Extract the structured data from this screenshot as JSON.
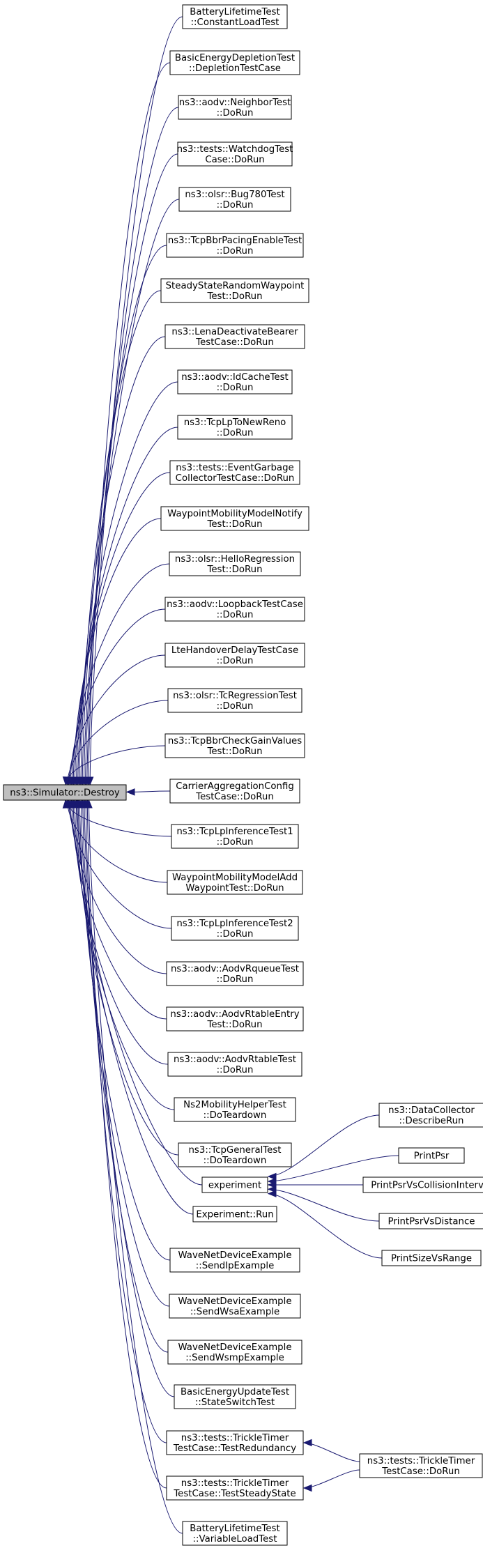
{
  "root": {
    "id": "root",
    "lines": [
      "ns3::Simulator::Destroy"
    ]
  },
  "callers": [
    {
      "id": "n1",
      "lines": [
        "BatteryLifetimeTest",
        "::ConstantLoadTest"
      ]
    },
    {
      "id": "n2",
      "lines": [
        "BasicEnergyDepletionTest",
        "::DepletionTestCase"
      ]
    },
    {
      "id": "n3",
      "lines": [
        "ns3::aodv::NeighborTest",
        "::DoRun"
      ]
    },
    {
      "id": "n4",
      "lines": [
        "ns3::tests::WatchdogTest",
        "Case::DoRun"
      ]
    },
    {
      "id": "n5",
      "lines": [
        "ns3::olsr::Bug780Test",
        "::DoRun"
      ]
    },
    {
      "id": "n6",
      "lines": [
        "ns3::TcpBbrPacingEnableTest",
        "::DoRun"
      ]
    },
    {
      "id": "n7",
      "lines": [
        "SteadyStateRandomWaypoint",
        "Test::DoRun"
      ]
    },
    {
      "id": "n8",
      "lines": [
        "ns3::LenaDeactivateBearer",
        "TestCase::DoRun"
      ]
    },
    {
      "id": "n9",
      "lines": [
        "ns3::aodv::IdCacheTest",
        "::DoRun"
      ]
    },
    {
      "id": "n10",
      "lines": [
        "ns3::TcpLpToNewReno",
        "::DoRun"
      ]
    },
    {
      "id": "n11",
      "lines": [
        "ns3::tests::EventGarbage",
        "CollectorTestCase::DoRun"
      ]
    },
    {
      "id": "n12",
      "lines": [
        "WaypointMobilityModelNotify",
        "Test::DoRun"
      ]
    },
    {
      "id": "n13",
      "lines": [
        "ns3::olsr::HelloRegression",
        "Test::DoRun"
      ]
    },
    {
      "id": "n14",
      "lines": [
        "ns3::aodv::LoopbackTestCase",
        "::DoRun"
      ]
    },
    {
      "id": "n15",
      "lines": [
        "LteHandoverDelayTestCase",
        "::DoRun"
      ]
    },
    {
      "id": "n16",
      "lines": [
        "ns3::olsr::TcRegressionTest",
        "::DoRun"
      ]
    },
    {
      "id": "n17",
      "lines": [
        "ns3::TcpBbrCheckGainValues",
        "Test::DoRun"
      ]
    },
    {
      "id": "n18",
      "lines": [
        "CarrierAggregationConfig",
        "TestCase::DoRun"
      ]
    },
    {
      "id": "n19",
      "lines": [
        "ns3::TcpLpInferenceTest1",
        "::DoRun"
      ]
    },
    {
      "id": "n20",
      "lines": [
        "WaypointMobilityModelAdd",
        "WaypointTest::DoRun"
      ]
    },
    {
      "id": "n21",
      "lines": [
        "ns3::TcpLpInferenceTest2",
        "::DoRun"
      ]
    },
    {
      "id": "n22",
      "lines": [
        "ns3::aodv::AodvRqueueTest",
        "::DoRun"
      ]
    },
    {
      "id": "n23",
      "lines": [
        "ns3::aodv::AodvRtableEntry",
        "Test::DoRun"
      ]
    },
    {
      "id": "n24",
      "lines": [
        "ns3::aodv::AodvRtableTest",
        "::DoRun"
      ]
    },
    {
      "id": "n25",
      "lines": [
        "Ns2MobilityHelperTest",
        "::DoTeardown"
      ]
    },
    {
      "id": "n26",
      "lines": [
        "ns3::TcpGeneralTest",
        "::DoTeardown"
      ]
    },
    {
      "id": "n27",
      "lines": [
        "experiment"
      ]
    },
    {
      "id": "n28",
      "lines": [
        "Experiment::Run"
      ]
    },
    {
      "id": "n29",
      "lines": [
        "WaveNetDeviceExample",
        "::SendIpExample"
      ]
    },
    {
      "id": "n30",
      "lines": [
        "WaveNetDeviceExample",
        "::SendWsaExample"
      ]
    },
    {
      "id": "n31",
      "lines": [
        "WaveNetDeviceExample",
        "::SendWsmpExample"
      ]
    },
    {
      "id": "n32",
      "lines": [
        "BasicEnergyUpdateTest",
        "::StateSwitchTest"
      ]
    },
    {
      "id": "n33",
      "lines": [
        "ns3::tests::TrickleTimer",
        "TestCase::TestRedundancy"
      ]
    },
    {
      "id": "n34",
      "lines": [
        "ns3::tests::TrickleTimer",
        "TestCase::TestSteadyState"
      ]
    },
    {
      "id": "n35",
      "lines": [
        "BatteryLifetimeTest",
        "::VariableLoadTest"
      ]
    }
  ],
  "experiment_callers": [
    {
      "id": "e1",
      "lines": [
        "ns3::DataCollector",
        "::DescribeRun"
      ]
    },
    {
      "id": "e2",
      "lines": [
        "PrintPsr"
      ]
    },
    {
      "id": "e3",
      "lines": [
        "PrintPsrVsCollisionInterval"
      ]
    },
    {
      "id": "e4",
      "lines": [
        "PrintPsrVsDistance"
      ]
    },
    {
      "id": "e5",
      "lines": [
        "PrintSizeVsRange"
      ]
    }
  ],
  "trickle_caller": {
    "id": "t1",
    "lines": [
      "ns3::tests::TrickleTimer",
      "TestCase::DoRun"
    ]
  },
  "colors": {
    "edge": "#191970",
    "root_fill": "#bfbfbf",
    "node_fill": "#ffffff",
    "node_border": "#000000"
  }
}
